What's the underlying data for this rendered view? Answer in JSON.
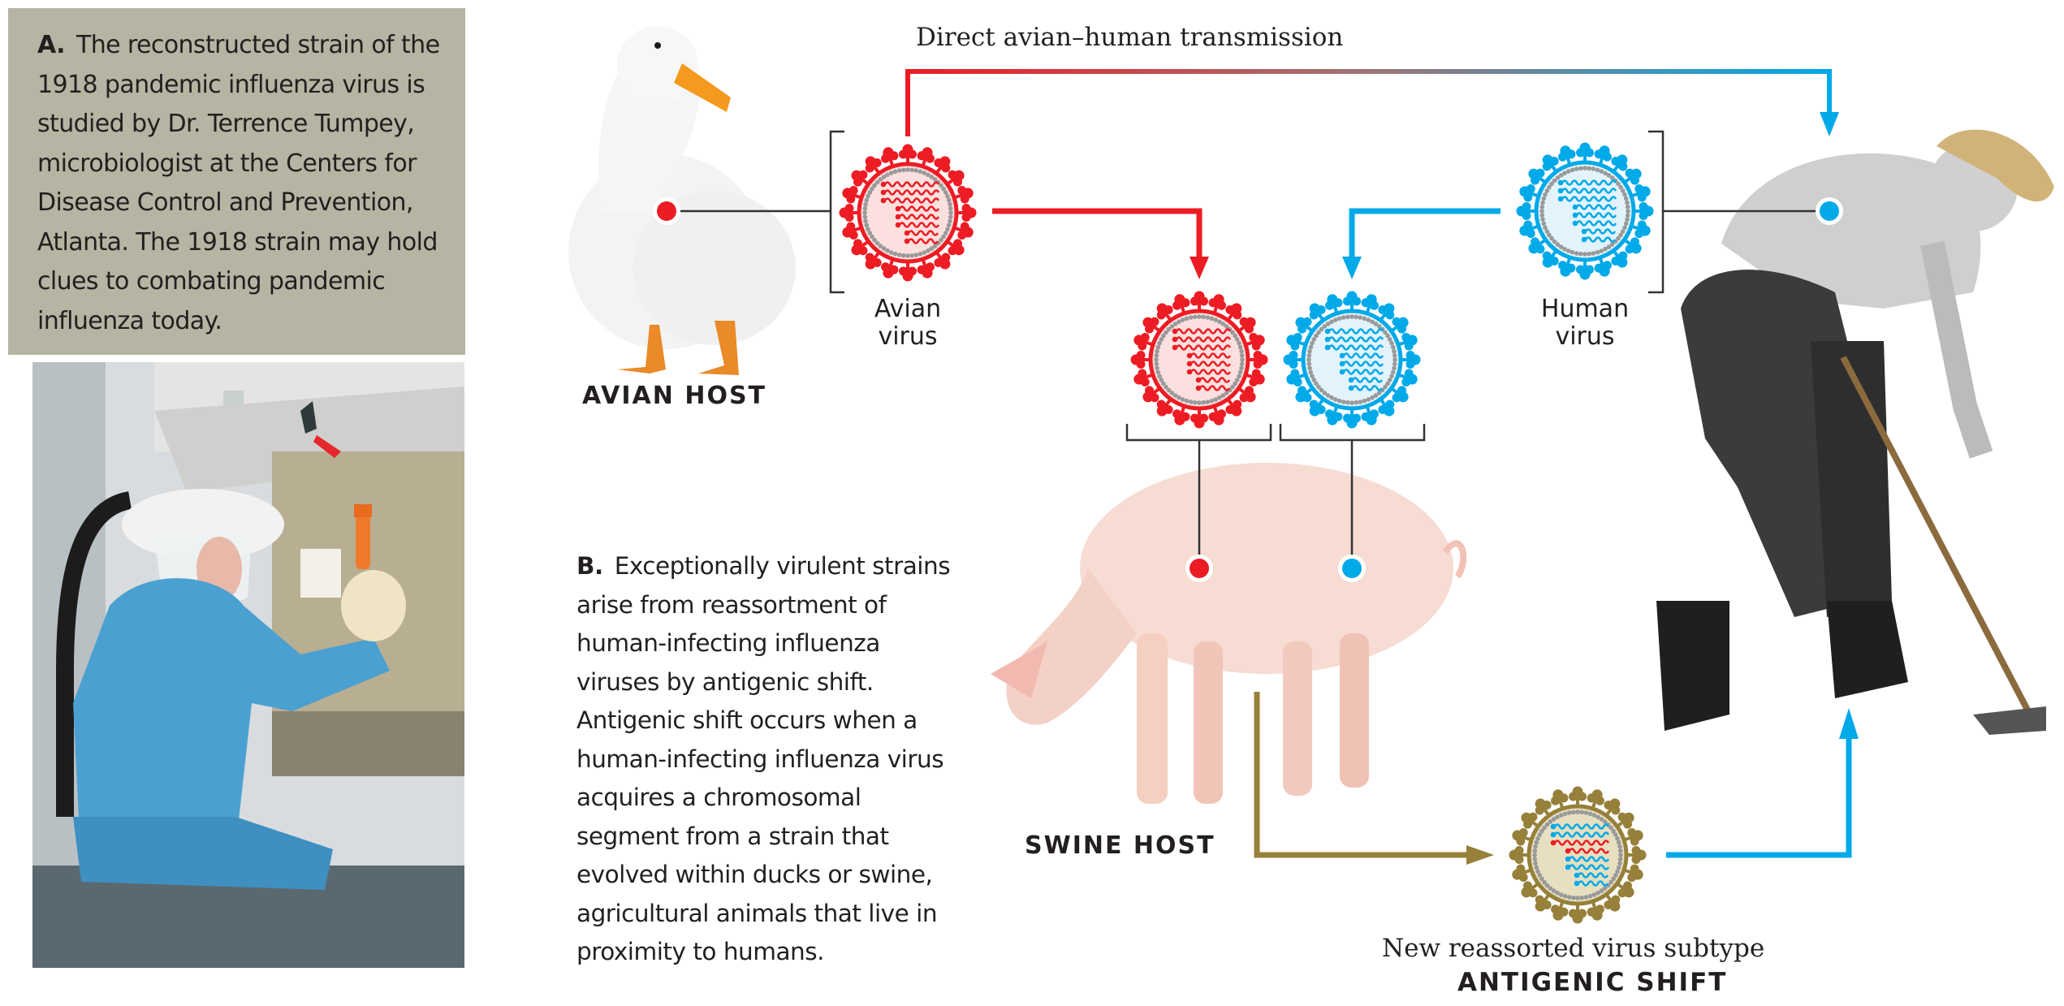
{
  "panel_a": {
    "label": "A.",
    "text": "The reconstructed strain of the 1918 pandemic influenza virus is studied by Dr. Terrence Tumpey, microbiologist at the Centers for Disease Control and Prevention, Atlanta. The 1918 strain may hold clues to combating pandemic influenza today.",
    "background": "#b6b4a2",
    "photo_subject": "scientist in blue protective gown and face shield holding orange-capped tube at biosafety cabinet"
  },
  "panel_b": {
    "label": "B.",
    "text": "Exceptionally virulent strains arise from reassortment of human-infecting influenza viruses by antigenic shift. Antigenic shift occurs when a human-infecting influenza virus acquires a chromosomal segment from a strain that evolved within ducks or swine, agricultural animals that live in proximity to humans."
  },
  "diagram": {
    "top_arrow_label": "Direct avian–human transmission",
    "hosts": {
      "avian": "AVIAN HOST",
      "swine": "SWINE HOST"
    },
    "viruses": {
      "avian": {
        "label_line1": "Avian",
        "label_line2": "virus",
        "color": "#ed1c24",
        "fill": "#fbe0df"
      },
      "human": {
        "label_line1": "Human",
        "label_line2": "virus",
        "color": "#00a9e8",
        "fill": "#e2f3fb"
      },
      "reassorted": {
        "caption": "New reassorted virus subtype",
        "title": "ANTIGENIC SHIFT",
        "color": "#96803a",
        "fill": "#e6dfc0"
      }
    },
    "colors": {
      "avian_red": "#ed1c24",
      "human_blue": "#00a9e8",
      "swine_gold": "#96803a",
      "capsid_dots": "#9a9a9a",
      "bracket": "#333333"
    }
  }
}
